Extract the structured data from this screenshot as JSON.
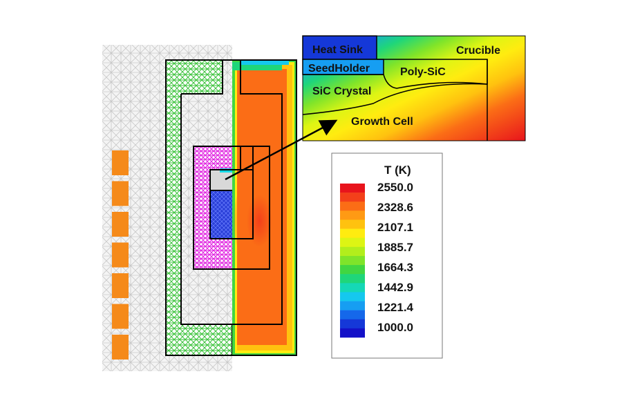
{
  "legend": {
    "title": "T (K)",
    "levels": [
      "2550.0",
      "2328.6",
      "2107.1",
      "1885.7",
      "1664.3",
      "1442.9",
      "1221.4",
      "1000.0"
    ],
    "colors": [
      "#e8141c",
      "#f3401a",
      "#fb6d16",
      "#ff9a14",
      "#ffc20f",
      "#ffec10",
      "#ddf514",
      "#b2ee1c",
      "#7fe42a",
      "#41d642",
      "#1fd67a",
      "#15d8b6",
      "#15c8ee",
      "#169ef2",
      "#1568ea",
      "#1538d8",
      "#1411c8"
    ]
  },
  "inset_labels": {
    "heat_sink": "Heat Sink",
    "crucible": "Crucible",
    "seed_holder": "SeedHolder",
    "poly_sic": "Poly-SiC",
    "sic_crystal": "SiC Crystal",
    "growth_cell": "Growth Cell"
  },
  "palette": {
    "mesh_line": "#c8c8c8",
    "insulation": "#3ac23a",
    "seed_mesh": "#e020e0",
    "coil": "#f58a1a",
    "outline": "#000000"
  }
}
